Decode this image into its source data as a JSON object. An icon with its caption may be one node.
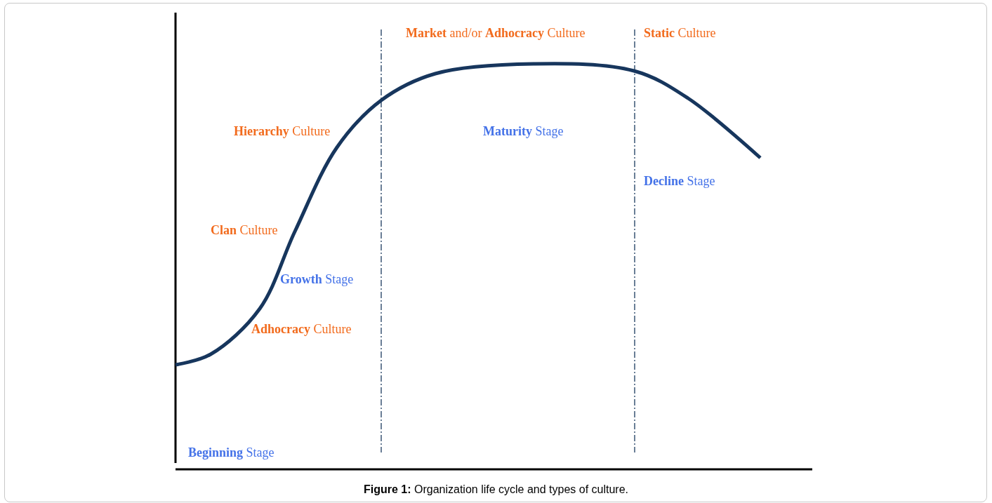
{
  "diagram": {
    "caption": "**Figure 1:** Organization life cycle and types of culture.",
    "labels": [
      "**Market** and/or **Adhocracy** Culture",
      "**Static** Culture",
      "**Hierarchy** Culture",
      "**Maturity** Stage",
      "**Decline** Stage",
      "**Clan** Culture",
      "**Growth** Stage",
      "**Adhocracy** Culture",
      "**Beginning** Stage"
    ]
  }
}
